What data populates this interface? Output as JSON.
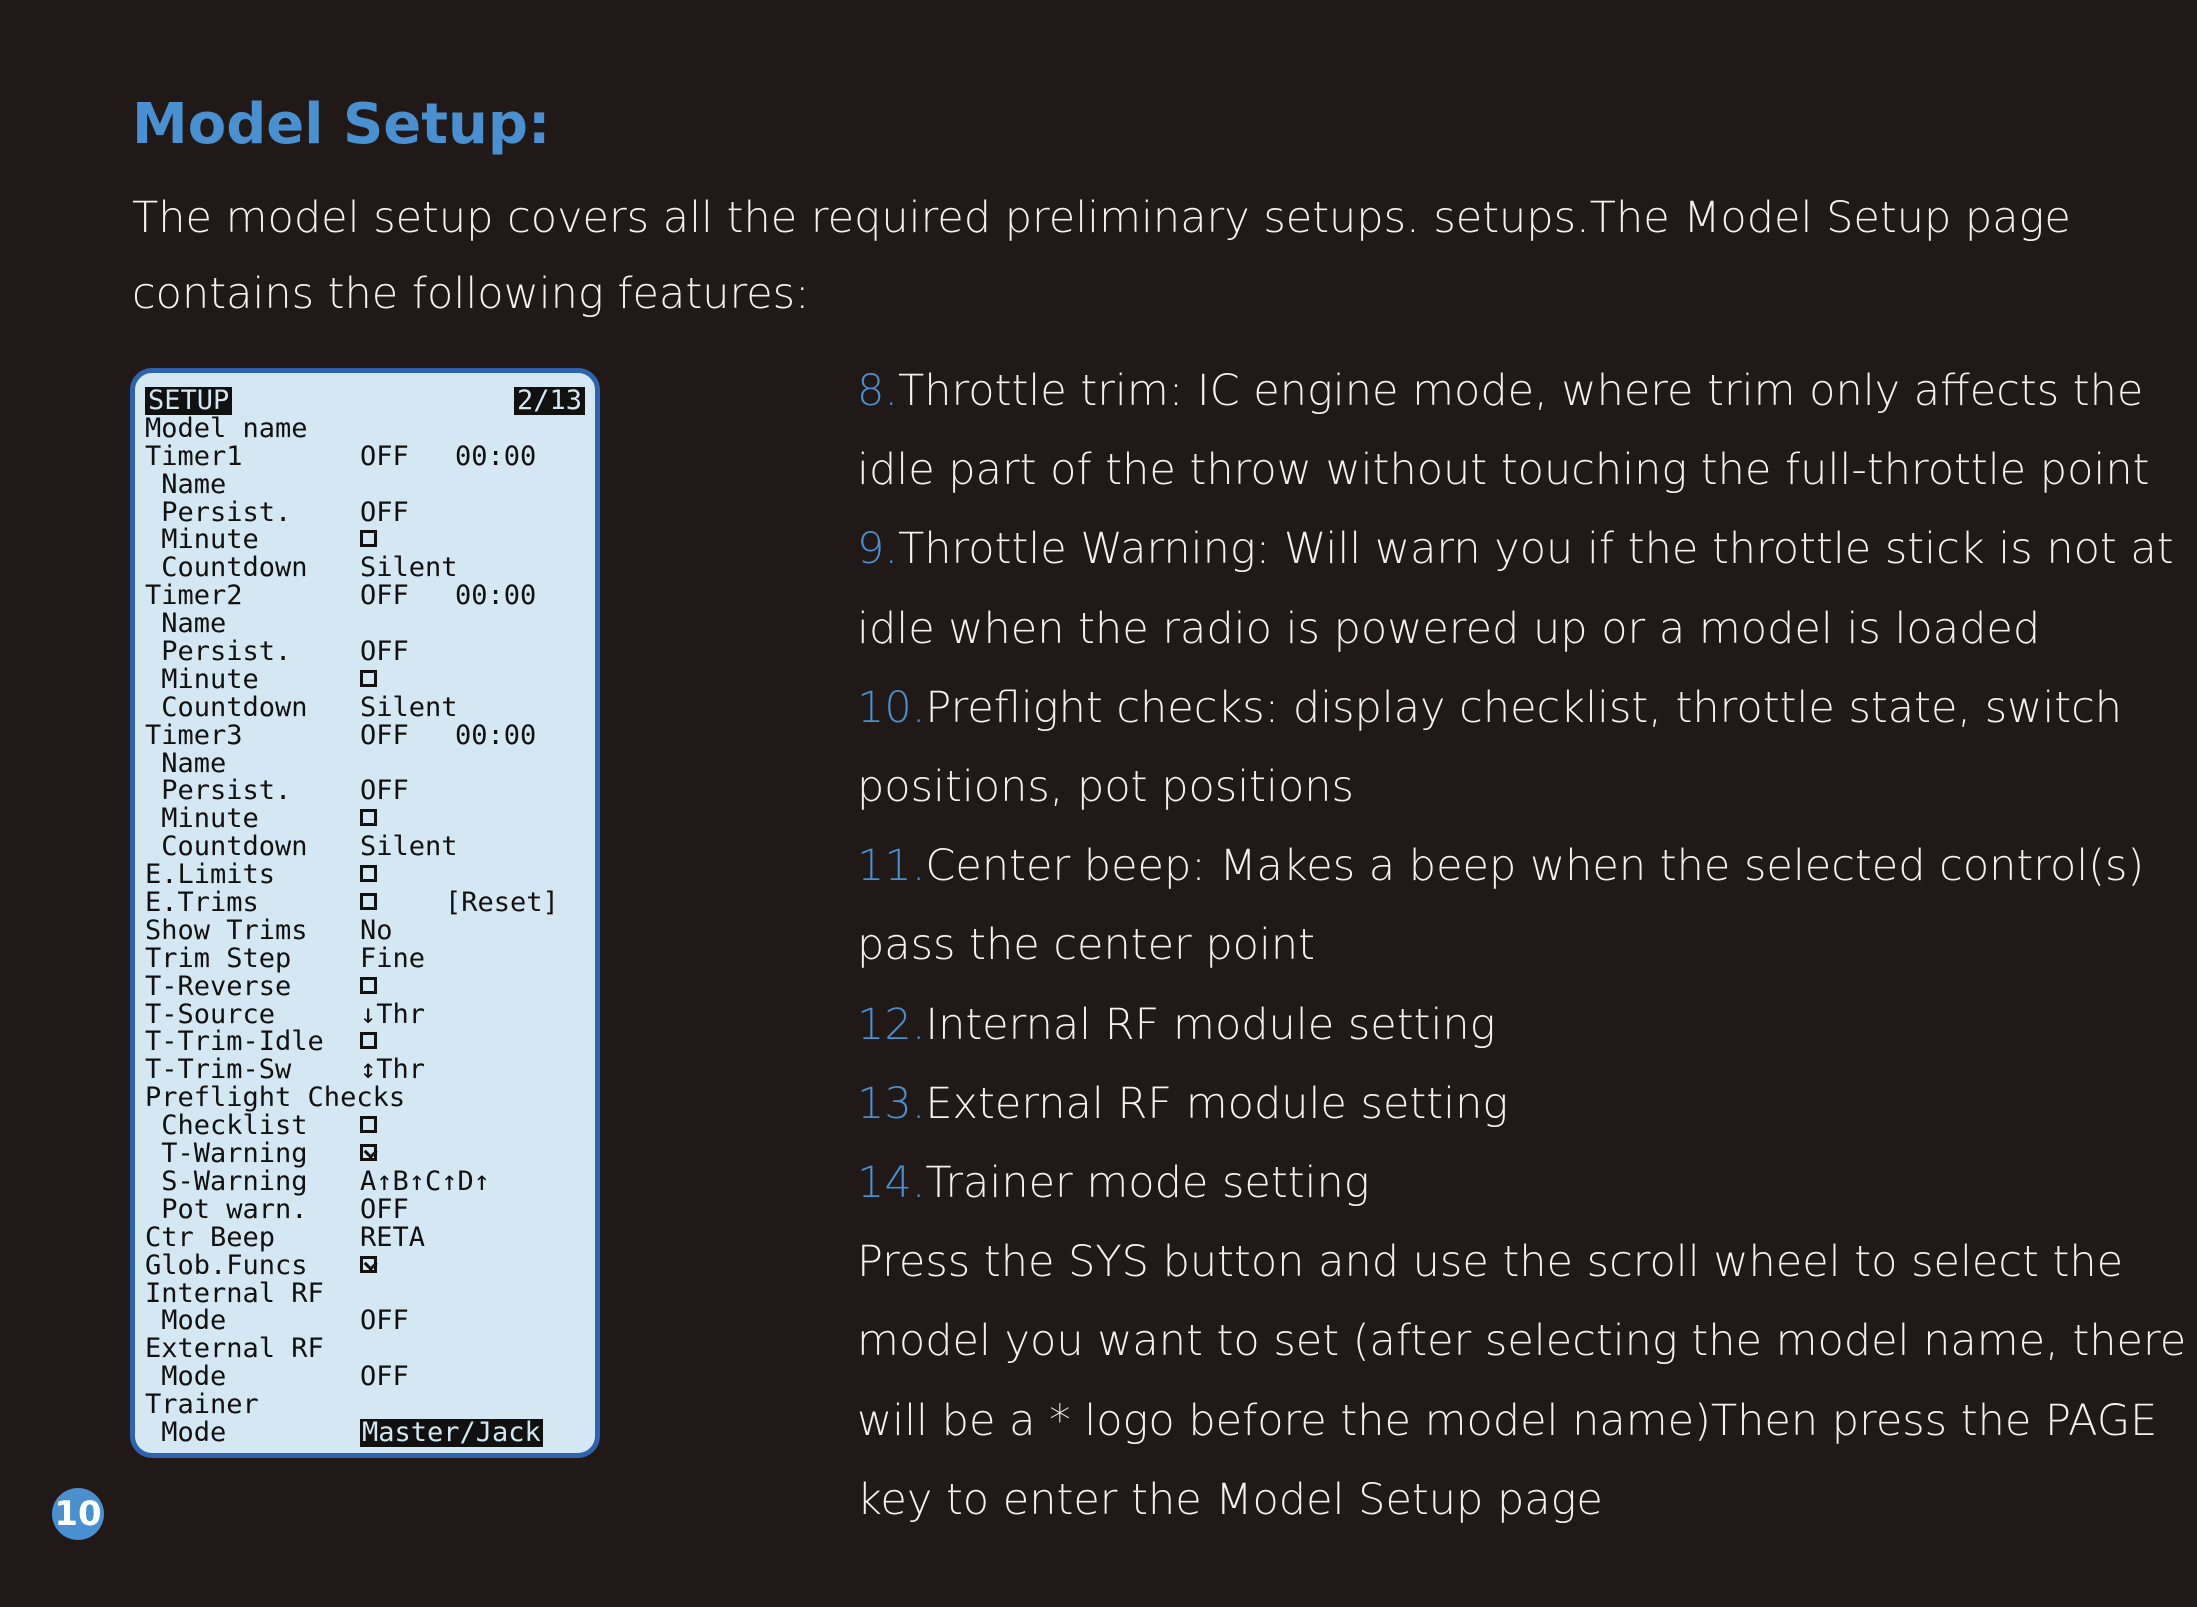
{
  "title": "Model Setup:",
  "intro": {
    "line1": "The model setup covers all the required preliminary setups. setups.The Model Setup page",
    "line2": "contains the following features:"
  },
  "lcd": {
    "header_title": "SETUP",
    "header_page": "2/13",
    "rows": [
      {
        "label": "Model name",
        "value": "",
        "extra": ""
      },
      {
        "label": "Timer1",
        "value": "OFF",
        "extra": "00:00"
      },
      {
        "label": " Name",
        "value": "",
        "extra": ""
      },
      {
        "label": " Persist.",
        "value": "OFF",
        "extra": ""
      },
      {
        "label": " Minute",
        "value": "",
        "extra": "",
        "checkbox": "empty"
      },
      {
        "label": " Countdown",
        "value": "Silent",
        "extra": ""
      },
      {
        "label": "Timer2",
        "value": "OFF",
        "extra": "00:00"
      },
      {
        "label": " Name",
        "value": "",
        "extra": ""
      },
      {
        "label": " Persist.",
        "value": "OFF",
        "extra": ""
      },
      {
        "label": " Minute",
        "value": "",
        "extra": "",
        "checkbox": "empty"
      },
      {
        "label": " Countdown",
        "value": "Silent",
        "extra": ""
      },
      {
        "label": "Timer3",
        "value": "OFF",
        "extra": "00:00"
      },
      {
        "label": " Name",
        "value": "",
        "extra": ""
      },
      {
        "label": " Persist.",
        "value": "OFF",
        "extra": ""
      },
      {
        "label": " Minute",
        "value": "",
        "extra": "",
        "checkbox": "empty"
      },
      {
        "label": " Countdown",
        "value": "Silent",
        "extra": ""
      },
      {
        "label": "E.Limits",
        "value": "",
        "extra": "",
        "checkbox": "empty"
      },
      {
        "label": "E.Trims",
        "value": "",
        "extra": "[Reset]",
        "checkbox": "empty"
      },
      {
        "label": "Show Trims",
        "value": "No",
        "extra": ""
      },
      {
        "label": "Trim Step",
        "value": "Fine",
        "extra": ""
      },
      {
        "label": "T-Reverse",
        "value": "",
        "extra": "",
        "checkbox": "empty"
      },
      {
        "label": "T-Source",
        "value": "↓Thr",
        "extra": ""
      },
      {
        "label": "T-Trim-Idle",
        "value": "",
        "extra": "",
        "checkbox": "empty"
      },
      {
        "label": "T-Trim-Sw",
        "value": "↕Thr",
        "extra": ""
      },
      {
        "label": "Preflight Checks",
        "value": "",
        "extra": ""
      },
      {
        "label": " Checklist",
        "value": "",
        "extra": "",
        "checkbox": "empty"
      },
      {
        "label": " T-Warning",
        "value": "",
        "extra": "",
        "checkbox": "checked"
      },
      {
        "label": " S-Warning",
        "value": "A↑B↑C↑D↑",
        "extra": ""
      },
      {
        "label": " Pot warn.",
        "value": "OFF",
        "extra": ""
      },
      {
        "label": "Ctr Beep",
        "value": "RETA",
        "extra": ""
      },
      {
        "label": "Glob.Funcs",
        "value": "",
        "extra": "",
        "checkbox": "checked"
      },
      {
        "label": "Internal RF",
        "value": "",
        "extra": ""
      },
      {
        "label": " Mode",
        "value": "OFF",
        "extra": ""
      },
      {
        "label": "External RF",
        "value": "",
        "extra": ""
      },
      {
        "label": " Mode",
        "value": "OFF",
        "extra": ""
      },
      {
        "label": "Trainer",
        "value": "",
        "extra": ""
      },
      {
        "label": " Mode",
        "value": "Master/Jack",
        "extra": "",
        "inverted": true
      }
    ]
  },
  "features": [
    {
      "num": "8.",
      "text": "Throttle trim: IC engine mode, where trim only affects the"
    },
    {
      "num": "",
      "text": "idle part of the throw without touching the full-throttle point"
    },
    {
      "num": "9.",
      "text": "Throttle Warning: Will warn you if the throttle stick is not at"
    },
    {
      "num": "",
      "text": "idle when the radio is powered up or a model is loaded"
    },
    {
      "num": "10.",
      "text": "Preflight checks: display checklist, throttle state, switch"
    },
    {
      "num": "",
      "text": "positions, pot positions"
    },
    {
      "num": "11.",
      "text": "Center beep: Makes a beep when the selected control(s)"
    },
    {
      "num": "",
      "text": "pass the center point"
    },
    {
      "num": "12.",
      "text": "Internal RF module setting"
    },
    {
      "num": "13.",
      "text": "External RF module setting"
    },
    {
      "num": "14.",
      "text": "Trainer mode setting"
    },
    {
      "num": "",
      "text": "Press the SYS button and use the scroll wheel to select the"
    },
    {
      "num": "",
      "text": "model you want to set (after selecting the model name, there"
    },
    {
      "num": "",
      "text": "will be a * logo before the model name)Then press the PAGE"
    },
    {
      "num": "",
      "text": "key to enter the Model Setup page"
    }
  ],
  "page_number": "10",
  "colors": {
    "background": "#211918",
    "accent": "#4a8fcf",
    "lcd_background": "#d4e8f3",
    "lcd_frame": "#2f63b0"
  }
}
